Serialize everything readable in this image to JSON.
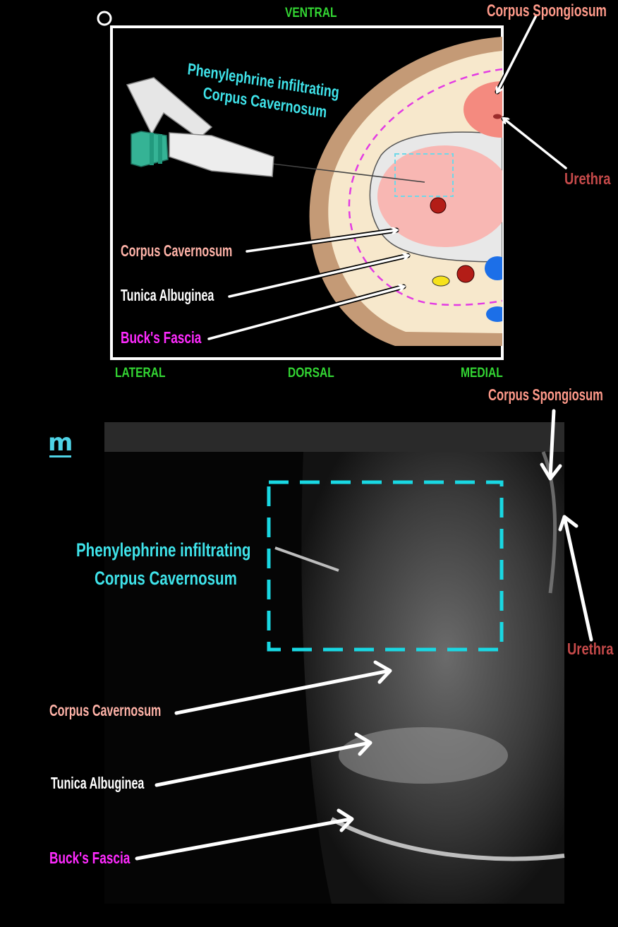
{
  "diagram": {
    "orientation": {
      "ventral": "VENTRAL",
      "lateral": "LATERAL",
      "dorsal": "DORSAL",
      "medial": "MEDIAL"
    },
    "labels": {
      "injection_line1": "Phenylephrine infiltrating",
      "injection_line2": "Corpus Cavernosum",
      "corpus_spongiosum": "Corpus Spongiosum",
      "urethra": "Urethra",
      "corpus_cavernosum": "Corpus Cavernosum",
      "tunica_albuginea": "Tunica Albuginea",
      "bucks_fascia": "Buck's Fascia"
    }
  },
  "ultrasound": {
    "logo": "m",
    "labels": {
      "corpus_spongiosum": "Corpus Spongiosum",
      "injection_line1": "Phenylephrine infiltrating",
      "injection_line2": "Corpus Cavernosum",
      "urethra": "Urethra",
      "corpus_cavernosum": "Corpus Cavernosum",
      "tunica_albuginea": "Tunica Albuginea",
      "bucks_fascia": "Buck's Fascia"
    }
  },
  "colors": {
    "orientation": "#33d633",
    "injection": "#3fe3ea",
    "cavernosum": "#ffb3a8",
    "tunica": "#ffffff",
    "bucks_fascia": "#ff2bff",
    "spongiosum": "#ff9a8a",
    "urethra": "#c64a4a"
  }
}
